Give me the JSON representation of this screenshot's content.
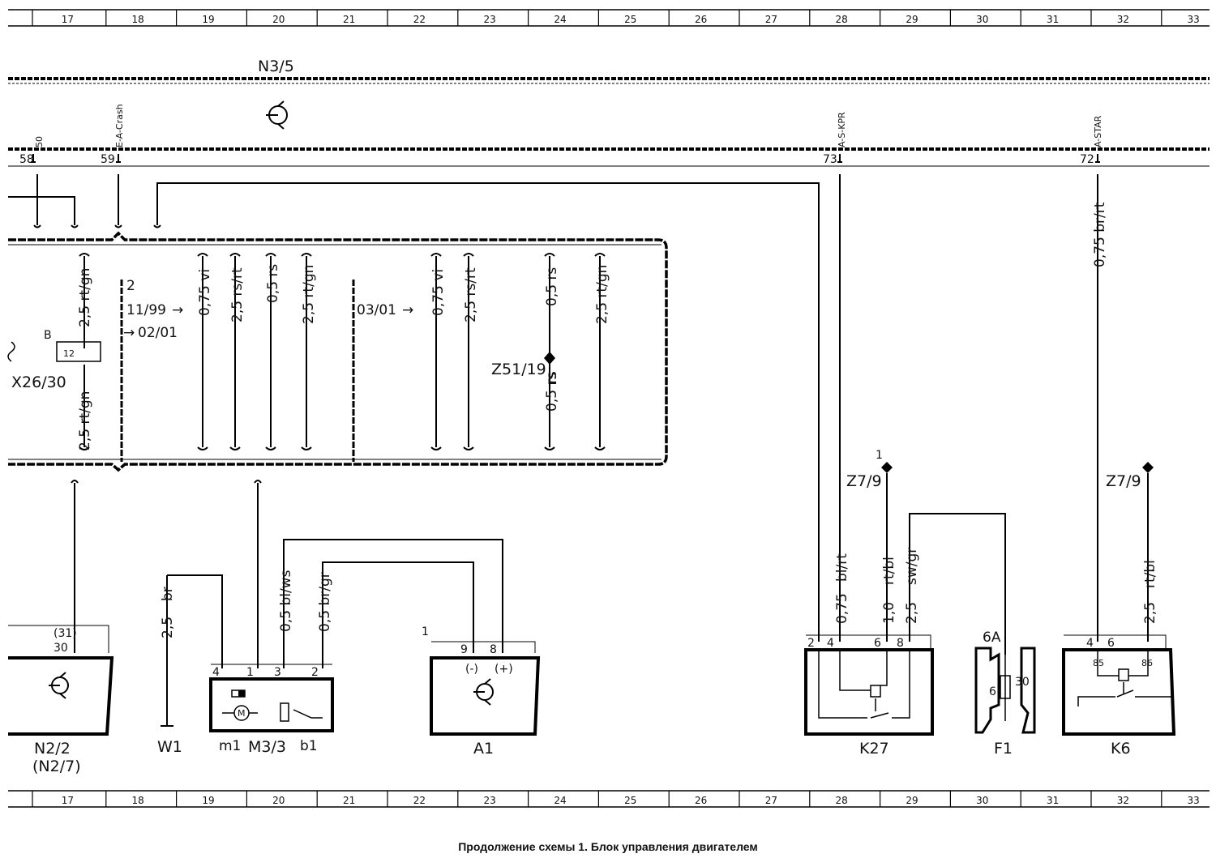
{
  "scale_numbers": [
    "17",
    "18",
    "19",
    "20",
    "21",
    "22",
    "23",
    "24",
    "25",
    "26",
    "27",
    "28",
    "29",
    "30",
    "31",
    "32",
    "33"
  ],
  "header": {
    "module_label": "N3/5",
    "bus_signals": {
      "s50": "50",
      "ecrash": "E-A-Crash",
      "askpr": "A-S-KPR",
      "astar": "A-STAR"
    },
    "pin_labels": {
      "p58": "58",
      "p59": "59",
      "p73": "73",
      "p72": "72"
    }
  },
  "harness": {
    "wires_left": [
      "2,5 rt/gn",
      "2,5 rt/gn"
    ],
    "connector": {
      "name": "X26/30",
      "letter": "B",
      "pin": "12"
    },
    "version_1": {
      "code": "2",
      "from": "11/99",
      "to": "02/01"
    },
    "wires_mid": [
      "0,75 vi",
      "2,5 rs/rt",
      "0,5 rs",
      "2,5 rt/gn"
    ],
    "version_2": {
      "from": "03/01"
    },
    "wires_right": [
      "0,75 vi",
      "2,5 rs/rt",
      "0,5 rs",
      "0,5 rs",
      "2,5 rt/gn"
    ],
    "splice": "Z51/19",
    "splice_wire": "rs"
  },
  "right": {
    "wire_k6_upper": "0,75 br/rt",
    "splices": [
      "Z7/9",
      "Z7/9"
    ],
    "splice_index": "1",
    "k27_wires": [
      "bl/rt",
      "0,75",
      "rt/bl",
      "1,0",
      "sw/gr",
      "2,5"
    ],
    "k6_wire": "rt/bl",
    "k6_wire_size": "2,5",
    "fuse_rating": "6A"
  },
  "bottom": {
    "wire_w1_color": "br",
    "wire_w1_size": "2,5",
    "m33_wires": [
      "0,5 bl/ws",
      "0,5 br/gr"
    ],
    "pins": {
      "n22_31": "(31)",
      "n22_30": "30",
      "m33": [
        "4",
        "1",
        "3",
        "2"
      ],
      "a1": [
        "9",
        "8"
      ],
      "a1_polarity": [
        "(-)",
        "(+)"
      ],
      "a1_index": "1",
      "k27": [
        "2",
        "4",
        "6",
        "8"
      ],
      "k6": [
        "4",
        "6"
      ],
      "k6_relay": [
        "85",
        "86"
      ],
      "f1": [
        "6",
        "30"
      ]
    },
    "components": {
      "n22": "N2/2",
      "n22_alt": "(N2/7)",
      "w1": "W1",
      "m1": "m1",
      "m33": "M3/3",
      "b1": "b1",
      "a1": "A1",
      "k27": "K27",
      "f1": "F1",
      "k6": "K6"
    },
    "motor_symbol": "M"
  },
  "caption": "Продолжение схемы 1. Блок управления двигателем"
}
